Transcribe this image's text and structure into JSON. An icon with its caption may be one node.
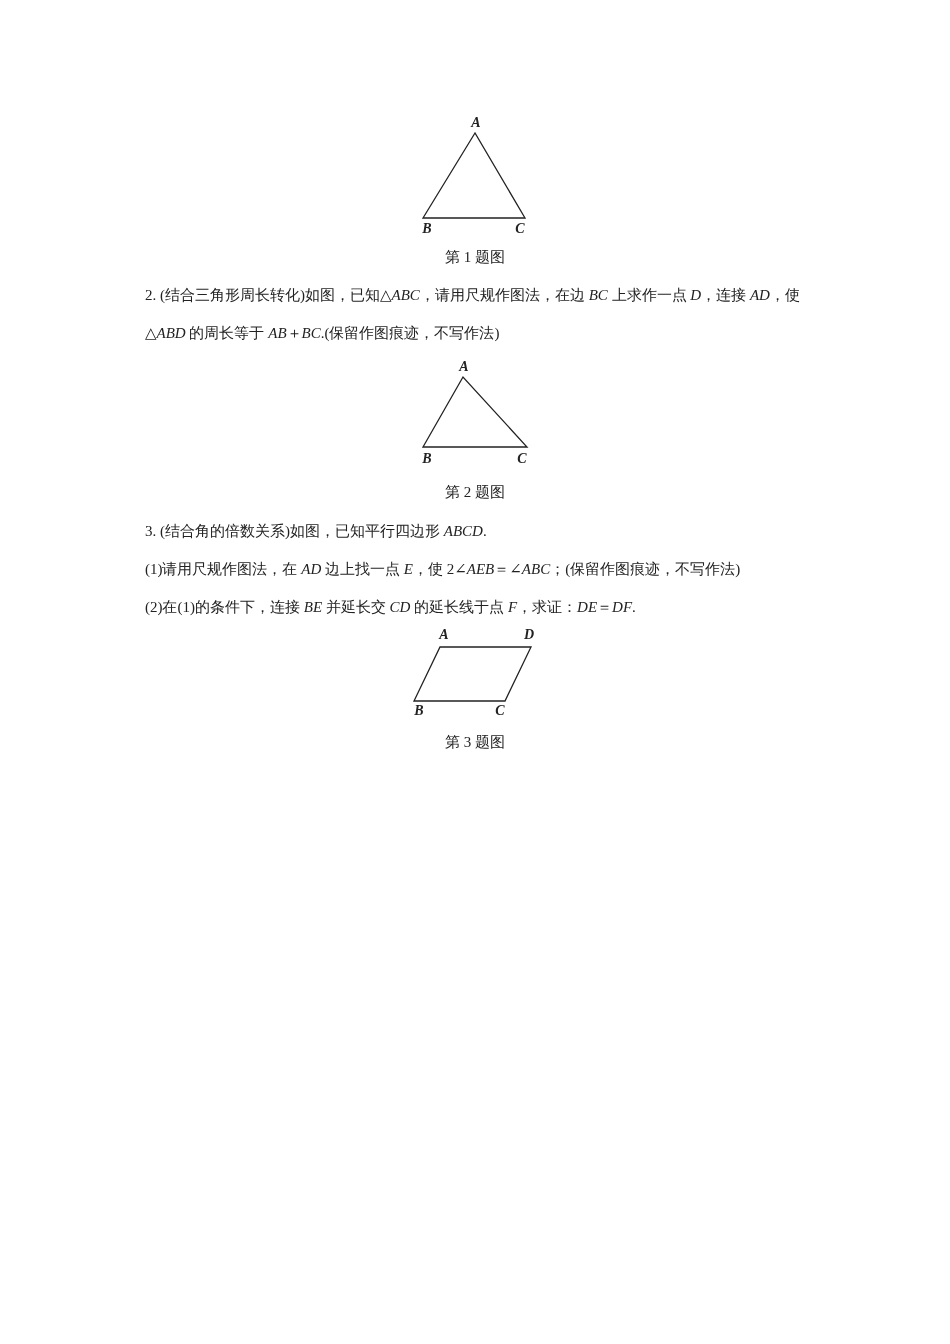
{
  "diagram": {
    "labels": [
      "A",
      "B",
      "C",
      "第 1 题图",
      "2. (结合三角形周长转化)如图，已知△*ABC*，请用尺规作图法，在边 *BC* 上求作一点 *D*，连接 *AD*，使△*ABD* 的周长等于 *AB*＋*BC*.(保留作图痕迹，不写作法)",
      "A",
      "B",
      "C",
      "第 2 题图",
      "3. (结合角的倍数关系)如图，已知平行四边形 *ABCD*.",
      "(1)请用尺规作图法，在 *AD* 边上找一点 *E*，使 2∠*AEB*＝∠*ABC*；(保留作图痕迹，不写作法)",
      "(2)在(1)的条件下，连接 *BE* 并延长交 *CD* 的延长线于点 *F*，求证：*DE*＝*DF*.",
      "A",
      "D",
      "B",
      "C",
      "第 3 题图"
    ]
  }
}
